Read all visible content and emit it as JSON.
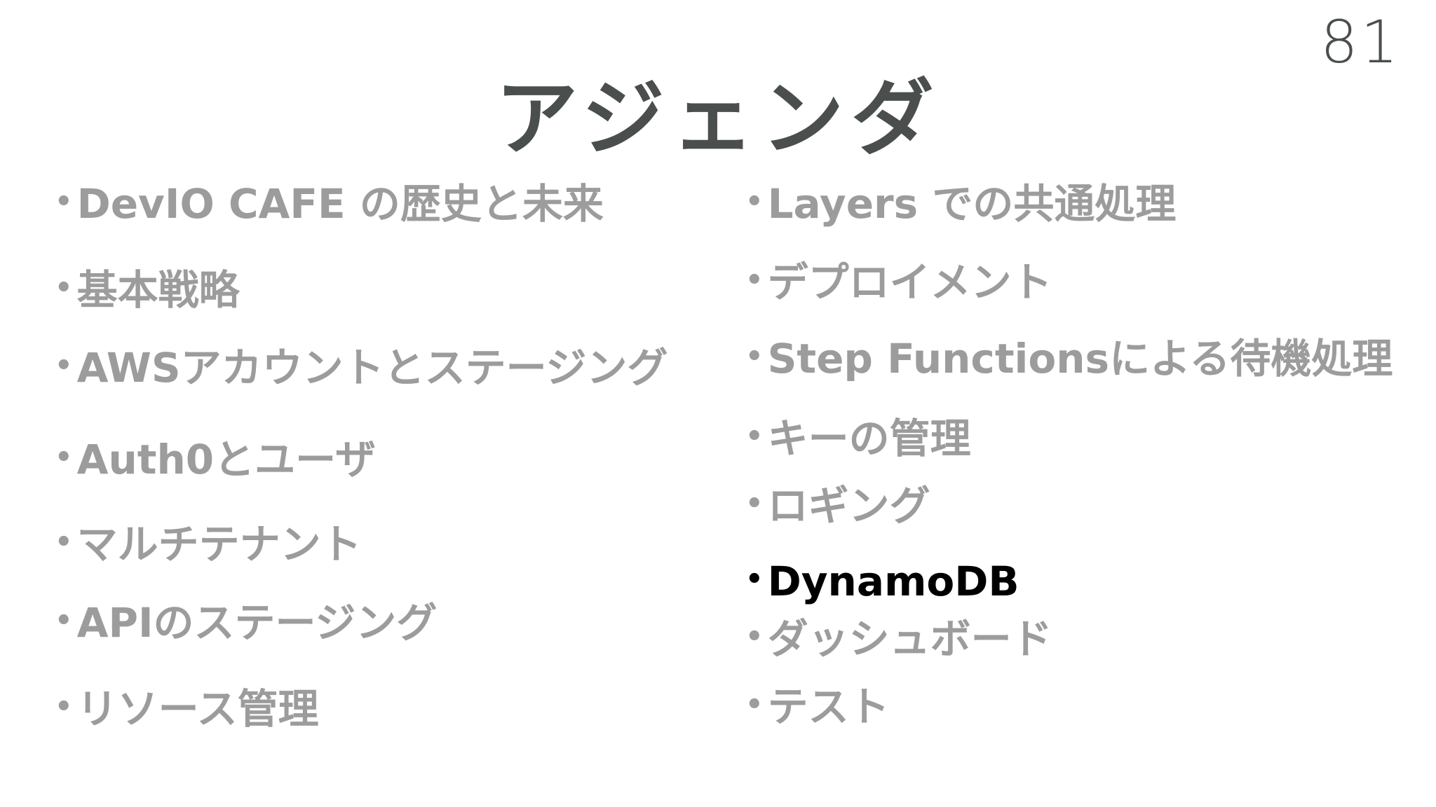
{
  "slide": {
    "page_number": "81",
    "title": "アジェンダ"
  },
  "agenda": {
    "left": [
      {
        "label": "DevIO CAFE の歴史と未来",
        "active": false
      },
      {
        "label": "基本戦略",
        "active": false
      },
      {
        "label": "AWSアカウントとステージング",
        "active": false
      },
      {
        "label": "Auth0とユーザ",
        "active": false
      },
      {
        "label": "マルチテナント",
        "active": false
      },
      {
        "label": "APIのステージング",
        "active": false
      },
      {
        "label": "リソース管理",
        "active": false
      }
    ],
    "right": [
      {
        "label": "Layers での共通処理",
        "active": false
      },
      {
        "label": "デプロイメント",
        "active": false
      },
      {
        "label": "Step Functionsによる待機処理",
        "active": false
      },
      {
        "label": "キーの管理",
        "active": false
      },
      {
        "label": "ロギング",
        "active": false
      },
      {
        "label": "DynamoDB",
        "active": true
      },
      {
        "label": "ダッシュボード",
        "active": false
      },
      {
        "label": "テスト",
        "active": false
      }
    ],
    "bullet": "•"
  },
  "colors": {
    "title": "#4a4f4d",
    "inactive_item": "#9c9c9c",
    "active_item": "#000000",
    "background": "#ffffff"
  }
}
